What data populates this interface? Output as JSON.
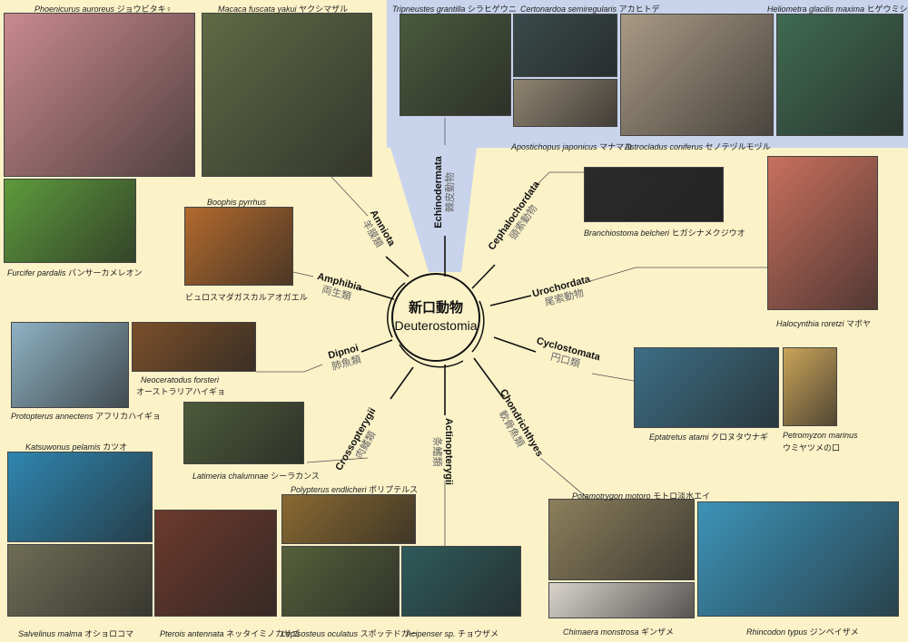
{
  "title": {
    "jp": "新口動物",
    "en": "Deuterostomia"
  },
  "clades": [
    {
      "id": "amniota",
      "latin": "Amniota",
      "jp": "羊膜類"
    },
    {
      "id": "amphibia",
      "latin": "Amphibia",
      "jp": "両生類"
    },
    {
      "id": "dipnoi",
      "latin": "Dipnoi",
      "jp": "肺魚類"
    },
    {
      "id": "crossopterygii",
      "latin": "Crossopterygii",
      "jp": "肉鰭類"
    },
    {
      "id": "actinopterygii",
      "latin": "Actinopterygii",
      "jp": "条鰭類"
    },
    {
      "id": "chondrichthyes",
      "latin": "Chondrichthyes",
      "jp": "軟骨魚類"
    },
    {
      "id": "cyclostomata",
      "latin": "Cyclostomata",
      "jp": "円口類"
    },
    {
      "id": "urochordata",
      "latin": "Urochordata",
      "jp": "尾索動物"
    },
    {
      "id": "cephalochordata",
      "latin": "Cephalochordata",
      "jp": "頭索動物"
    },
    {
      "id": "echinodermata",
      "latin": "Echinodermata",
      "jp": "棘皮動物"
    }
  ],
  "species": [
    {
      "latin": "Phoenicurus auroreus",
      "jp": "ジョウビタキ♀",
      "color": "#c98a8e"
    },
    {
      "latin": "Macaca fuscata yakui",
      "jp": "ヤクシマザル",
      "color": "#5f6a45"
    },
    {
      "latin": "Furcifer pardalis",
      "jp": "パンサーカメレオン",
      "color": "#5e9a3c"
    },
    {
      "latin": "Boophis pyrrhus",
      "jp": "ビュロスマダガスカルアオガエル",
      "color": "#b26a2e"
    },
    {
      "latin": "Protopterus annectens",
      "jp": "アフリカハイギョ",
      "color": "#8fb2c4"
    },
    {
      "latin": "Neoceratodus forsteri",
      "jp": "オーストラリアハイギョ",
      "color": "#7a4f2a"
    },
    {
      "latin": "Latimeria chalumnae",
      "jp": "シーラカンス",
      "color": "#4d5a3a"
    },
    {
      "latin": "Katsuwonus pelamis",
      "jp": "カツオ",
      "color": "#2f86b0"
    },
    {
      "latin": "Salvelinus malma",
      "jp": "オショロコマ",
      "color": "#6f6d55"
    },
    {
      "latin": "Pterois antennata",
      "jp": "ネッタイミノカサゴ",
      "color": "#6b3a2c"
    },
    {
      "latin": "Polypterus endlicheri",
      "jp": "ポリプテルス",
      "color": "#8a6a32"
    },
    {
      "latin": "Lepisosteus oculatus",
      "jp": "スポッテドガー",
      "color": "#55603a"
    },
    {
      "latin": "Acipenser sp.",
      "jp": "チョウザメ",
      "color": "#2f5a5a"
    },
    {
      "latin": "Potamotrygon motoro",
      "jp": "モトロ淡水エイ",
      "color": "#8b7f5c"
    },
    {
      "latin": "Chimaera monstrosa",
      "jp": "ギンザメ",
      "color": "#d8d4cc"
    },
    {
      "latin": "Rhincodon typus",
      "jp": "ジンベイザメ",
      "color": "#3c93b8"
    },
    {
      "latin": "Eptatretus atami",
      "jp": "クロヌタウナギ",
      "color": "#3d6f86"
    },
    {
      "latin": "Petromyzon marinus",
      "jp": "ウミヤツメの口",
      "color": "#c9a45a"
    },
    {
      "latin": "Halocynthia roretzi",
      "jp": "マボヤ",
      "color": "#c9705e"
    },
    {
      "latin": "Branchiostoma belcheri",
      "jp": "ヒガシナメクジウオ",
      "color": "#2a2a2a"
    },
    {
      "latin": "Tripneustes grantilla",
      "jp": "シラヒゲウニ",
      "color": "#4a5a3c"
    },
    {
      "latin": "Certonardoa semiregularis",
      "jp": "アカヒトデ",
      "color": "#3a4a4a"
    },
    {
      "latin": "Apostichopus japonicus",
      "jp": "マナマコ",
      "color": "#8f8470"
    },
    {
      "latin": "Astrocladus coniferus",
      "jp": "セノテヅルモヅル",
      "color": "#a99a84"
    },
    {
      "latin": "Heliometra glacilis maxima",
      "jp": "ヒゲウミシダ",
      "color": "#3f6a52"
    }
  ]
}
